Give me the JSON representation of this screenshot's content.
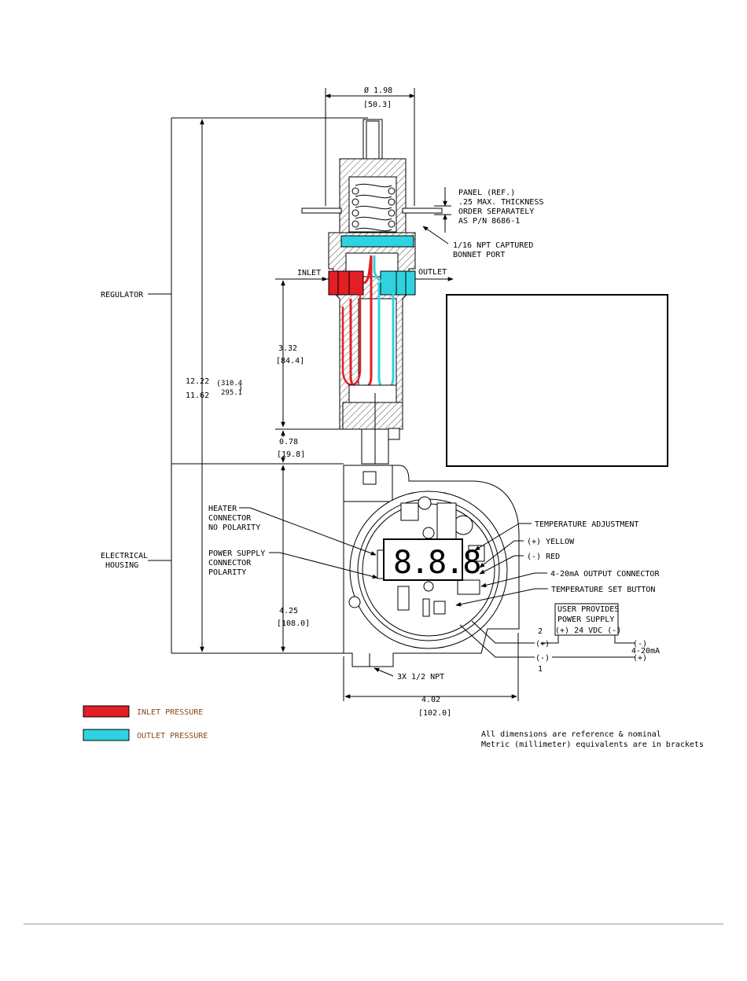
{
  "dims": {
    "diameter": "Ø 1.98",
    "diameter_mm": "[50.3]",
    "height_max": "12.22",
    "height_min": "11.62",
    "height_mm_max": "310.4",
    "height_mm_min": "295.1",
    "inlet_height": "3.32",
    "inlet_height_mm": "[84.4]",
    "stem_offset": "0.78",
    "stem_offset_mm": "[19.8]",
    "housing_height": "4.25",
    "housing_height_mm": "[108.0]",
    "housing_width": "4.02",
    "housing_width_mm": "[102.0]"
  },
  "labels": {
    "regulator": "REGULATOR",
    "electrical_line1": "ELECTRICAL",
    "electrical_line2": "HOUSING",
    "inlet": "INLET",
    "outlet": "OUTLET",
    "panel": [
      "PANEL (REF.)",
      ".25 MAX. THICKNESS",
      "ORDER SEPARATELY",
      "AS P/N 8686-1"
    ],
    "bonnet": [
      "1/16 NPT CAPTURED",
      "BONNET PORT"
    ],
    "heater": [
      "HEATER",
      "CONNECTOR",
      "NO POLARITY"
    ],
    "power_supply": [
      "POWER SUPPLY",
      "CONNECTOR",
      "POLARITY"
    ],
    "temp_adjust": "TEMPERATURE ADJUSTMENT",
    "yellow": "(+) YELLOW",
    "red": "(-) RED",
    "output_connector": "4-20mA OUTPUT CONNECTOR",
    "temp_set": "TEMPERATURE SET BUTTON",
    "user_provides": [
      "USER PROVIDES",
      "POWER SUPPLY",
      "(+)  24  VDC  (-)"
    ],
    "pin2": "2",
    "pin1": "1",
    "plus_left": "(+)",
    "minus_left": "(-)",
    "minus_right": "(-)",
    "plus_right": "(+)",
    "ma": "4-20mA",
    "npt": "3X  1/2  NPT",
    "display": "8.8.8"
  },
  "legend": [
    {
      "label": "INLET PRESSURE",
      "color": "#e31e24"
    },
    {
      "label": "OUTLET PRESSURE",
      "color": "#2fd3e0"
    }
  ],
  "notes": [
    "All dimensions are reference & nominal",
    "Metric (millimeter) equivalents are in brackets"
  ]
}
